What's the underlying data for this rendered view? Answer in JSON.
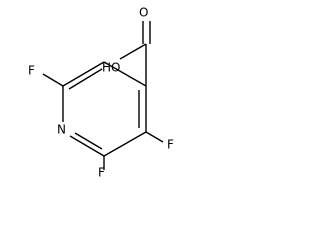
{
  "molecule": {
    "atoms": {
      "fluorine_top_left": "F",
      "nitrogen": "N",
      "fluorine_bottom": "F",
      "fluorine_right": "F",
      "oxygen_carbonyl": "O",
      "hydroxyl": "HO"
    }
  }
}
